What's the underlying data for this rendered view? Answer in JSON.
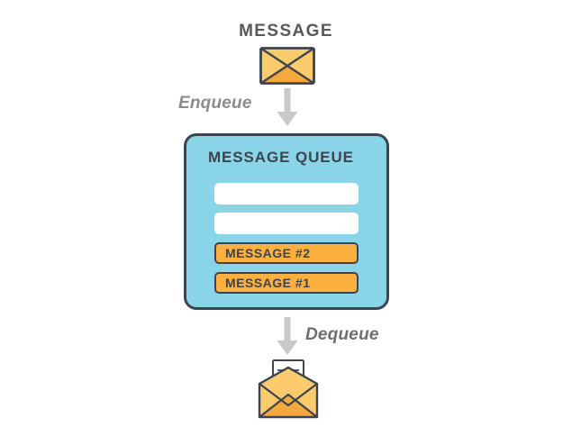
{
  "diagram": {
    "title": "MESSAGE",
    "enqueue_label": "Enqueue",
    "dequeue_label": "Dequeue",
    "queue": {
      "title": "MESSAGE QUEUE",
      "slots": [
        {
          "state": "empty",
          "label": ""
        },
        {
          "state": "empty",
          "label": ""
        },
        {
          "state": "filled",
          "label": "MESSAGE #2"
        },
        {
          "state": "filled",
          "label": "MESSAGE #1"
        }
      ]
    },
    "icons": {
      "top": "closed-envelope-icon",
      "bottom": "open-envelope-with-letter-icon",
      "enqueue_arrow": "arrow-down-icon",
      "dequeue_arrow": "arrow-down-icon"
    },
    "colors": {
      "queue_fill": "#8AD4E8",
      "outline": "#3C454F",
      "message_orange": "#FBB040",
      "envelope_light": "#FBCB6E",
      "envelope_dark": "#F6A93B",
      "arrow_gray": "#C9C9C9",
      "title_gray": "#58595B",
      "label_gray": "#8C8C8C"
    }
  }
}
